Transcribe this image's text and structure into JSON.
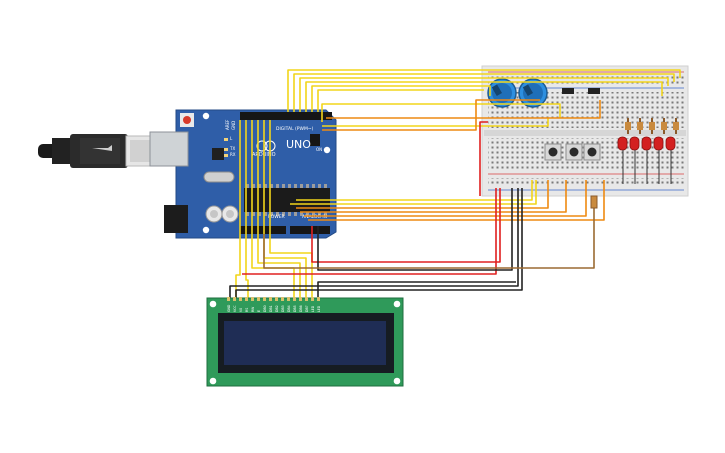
{
  "arduino": {
    "model_label": "UNO",
    "brand_label": "ARDUINO",
    "digital_label": "DIGITAL (PWM~)",
    "power_label": "POWER",
    "analog_label": "ANALOG IN",
    "aref_label": "AREF",
    "gnd_label": "GND",
    "tx_label": "TX",
    "rx_label": "RX",
    "on_label": "ON",
    "l_label": "L",
    "board_color": "#2f5ea8",
    "led_label": "Arduino"
  },
  "lcd": {
    "board_color": "#2f9a5a",
    "screen_color": "#1f2d55",
    "pin_labels": [
      "GND",
      "VCC",
      "V0",
      "RS",
      "RW",
      "E",
      "DB0",
      "DB1",
      "DB2",
      "DB3",
      "DB4",
      "DB5",
      "DB6",
      "DB7",
      "LED",
      "LED"
    ]
  },
  "breadboard": {
    "potentiometers": 2,
    "buttons": 3,
    "leds": 5,
    "led_color": "#d32020"
  },
  "wire_colors": {
    "yellow": "#f2d51a",
    "orange": "#ee8a12",
    "red": "#e02020",
    "black": "#222222",
    "brown": "#9b6a32"
  }
}
